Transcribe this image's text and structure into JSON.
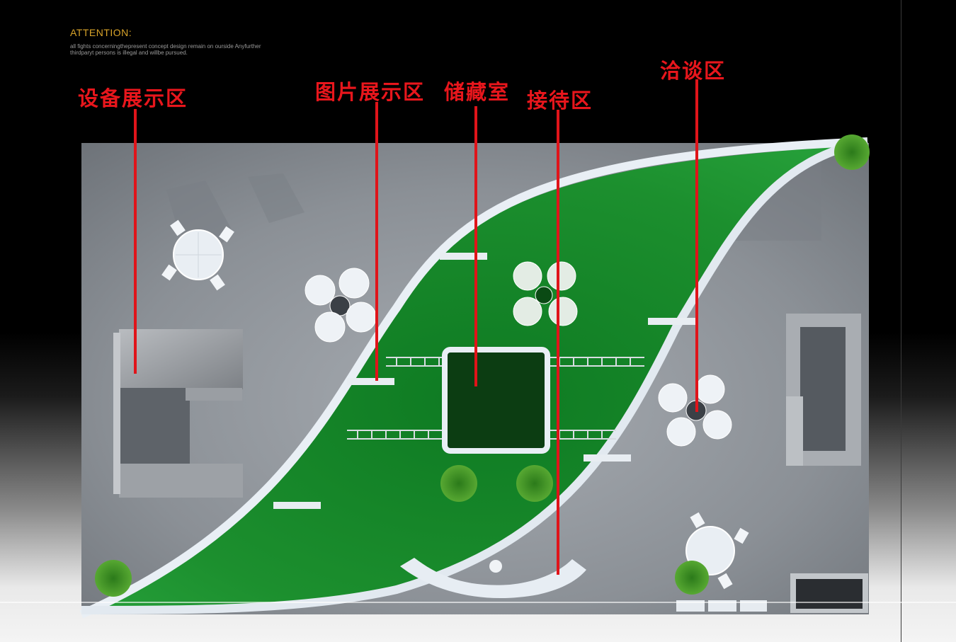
{
  "attention": {
    "title": "ATTENTION:",
    "line1": "all fights concerningthepresent concept design remain on ourside Anyfurther",
    "line2": "thirdparyt persons is illegal and willbe pursued."
  },
  "zones": {
    "equipment": "设备展示区",
    "photo": "图片展示区",
    "storage": "储藏室",
    "reception": "接待区",
    "negotiation": "洽谈区"
  },
  "colors": {
    "background": "#000000",
    "floor": "#8c9095",
    "green_carpet": "#1f8f2e",
    "wall": "#e8eef4",
    "label_red": "#e8161c",
    "attention_gold": "#d9a42a"
  }
}
